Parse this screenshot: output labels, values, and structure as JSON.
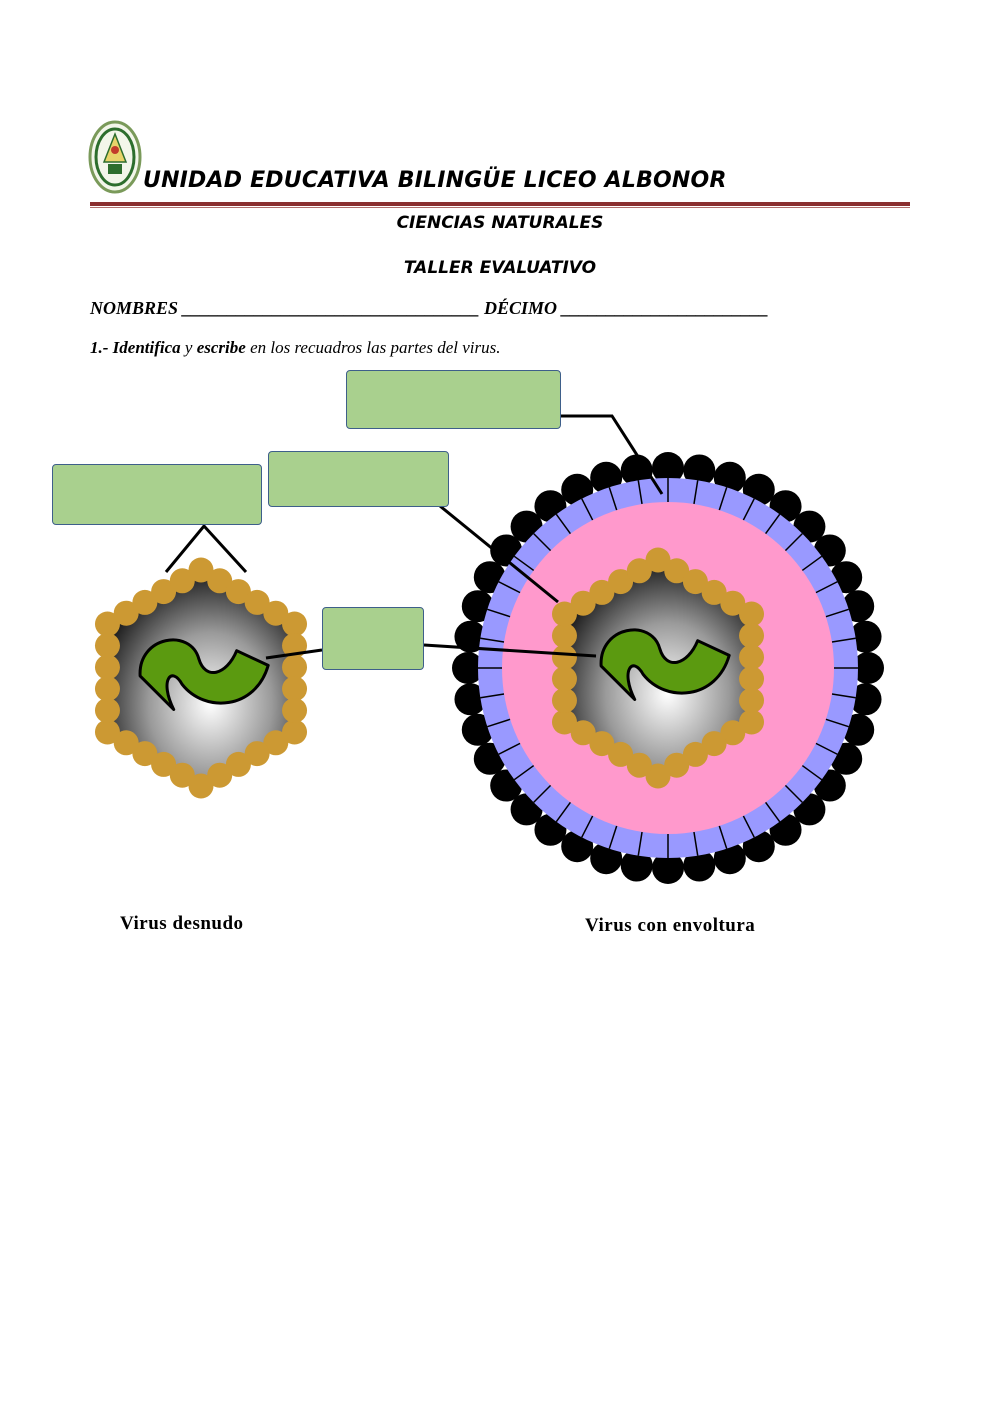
{
  "header": {
    "school_name": "UNIDAD EDUCATIVA BILINGÜE LICEO ALBONOR",
    "subject": "CIENCIAS NATURALES",
    "workshop": "TALLER EVALUATIVO",
    "names_label": "NOMBRES",
    "names_blank": "_________________________________",
    "grade_label": "DÉCIMO",
    "grade_blank": "_______________________"
  },
  "question": {
    "number": "1.-",
    "verb1": "Identifica",
    "connector": "y",
    "verb2": "escribe",
    "rest": "en los recuadros las partes del virus."
  },
  "diagram": {
    "caption_naked": "Virus desnudo",
    "caption_enveloped": "Virus con envoltura",
    "answer_boxes": [
      "",
      "",
      "",
      ""
    ]
  },
  "colors": {
    "answer_box": "#a9d08e",
    "answer_box_border": "#3e5f8a",
    "capsomere": "#cc9933",
    "genome": "#5b9a10",
    "envelope_lipid": "#ff99cc",
    "envelope_ring": "#9999ff",
    "spike": "#000000",
    "header_rule": "#8a2f2f"
  }
}
